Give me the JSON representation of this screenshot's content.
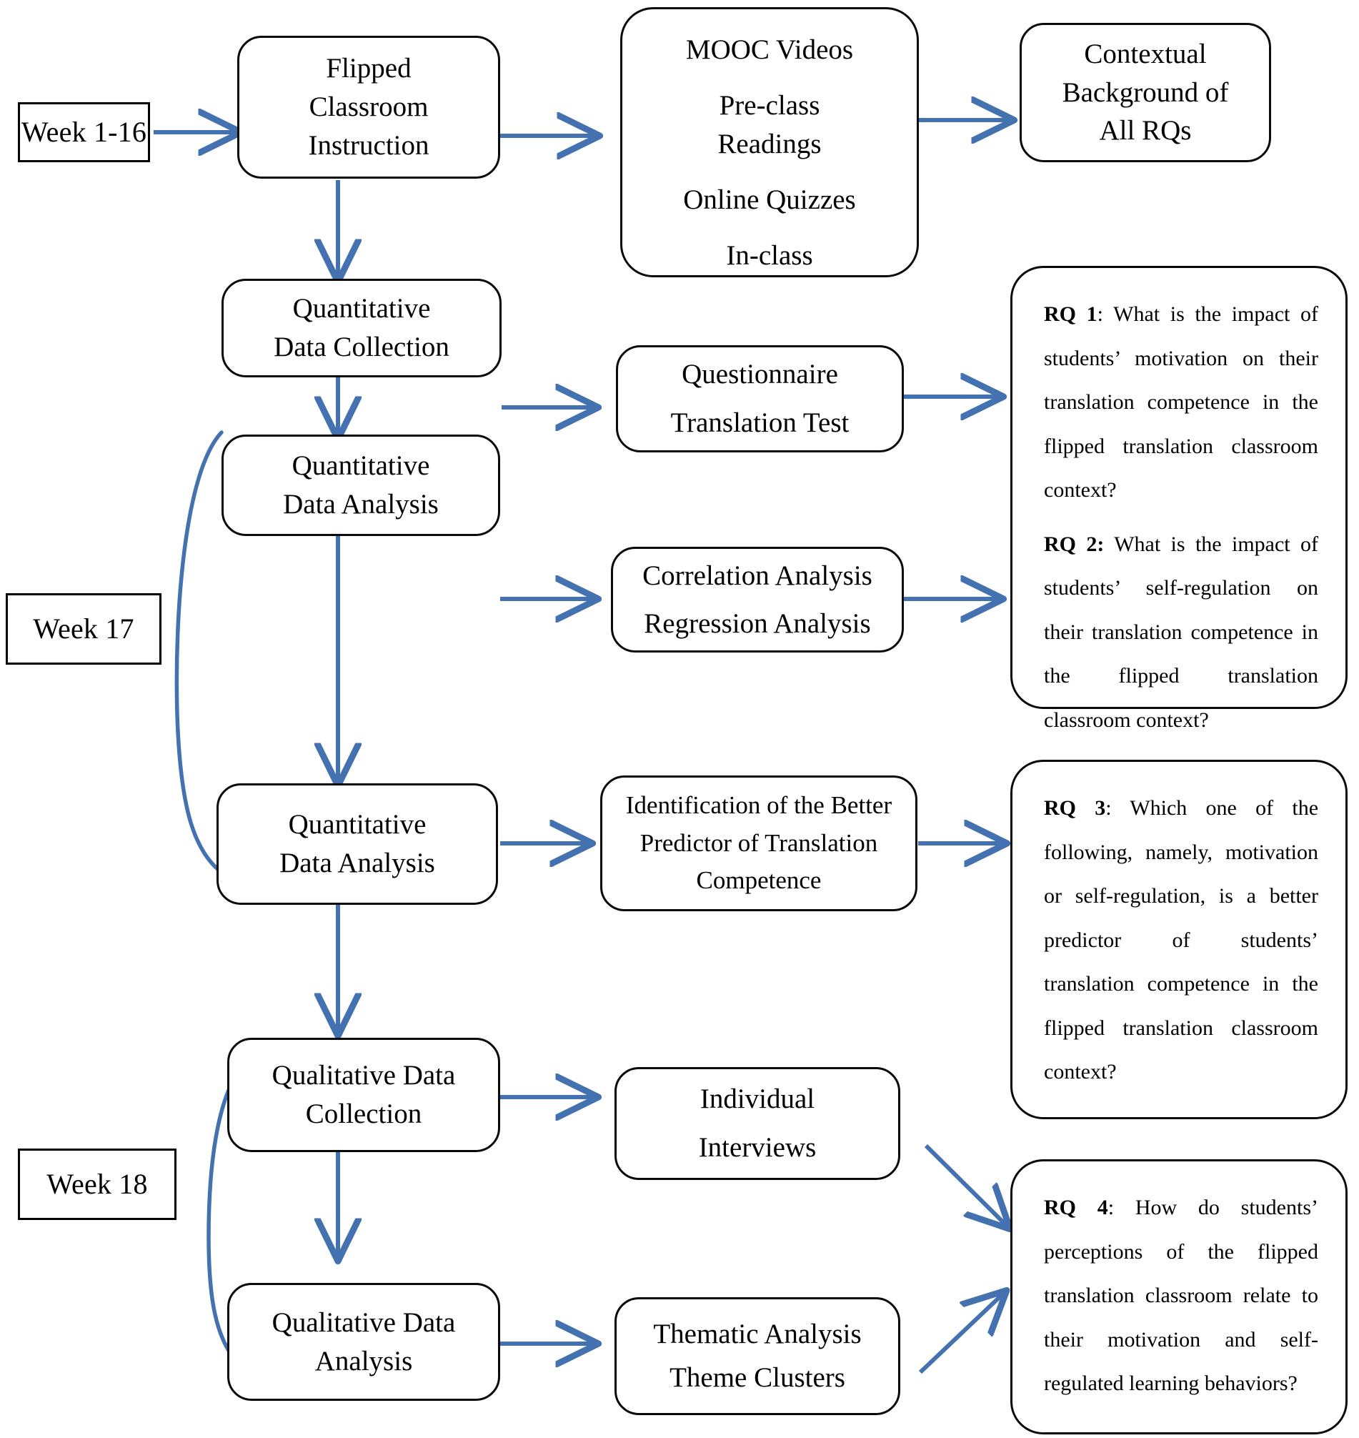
{
  "theme": {
    "arrow_color": "#4472b0",
    "box_border_color": "#0a0a0a",
    "background": "#ffffff"
  },
  "timeline": {
    "week_1_16": "Week 1-16",
    "week_17": "Week 17",
    "week_18": "Week 18"
  },
  "process": {
    "flipped_classroom_instruction": [
      "Flipped",
      "Classroom",
      "Instruction"
    ],
    "quantitative_data_collection": [
      "Quantitative",
      "Data Collection"
    ],
    "quantitative_data_analysis_1": [
      "Quantitative",
      "Data Analysis"
    ],
    "quantitative_data_analysis_2": [
      "Quantitative",
      "Data Analysis"
    ],
    "qualitative_data_collection": [
      "Qualitative Data",
      "Collection"
    ],
    "qualitative_data_analysis": [
      "Qualitative Data",
      "Analysis"
    ]
  },
  "instruments": {
    "mooc_components": [
      "MOOC Videos",
      "Pre-class",
      "Readings",
      "Online Quizzes",
      "In-class"
    ],
    "questionnaire": [
      "Questionnaire",
      "Translation Test"
    ],
    "correlation": [
      "Correlation Analysis",
      "Regression Analysis"
    ],
    "identification": [
      "Identification of the Better",
      "Predictor of Translation",
      "Competence"
    ],
    "interviews": [
      "Individual",
      "Interviews"
    ],
    "thematic": [
      "Thematic Analysis",
      "Theme Clusters"
    ]
  },
  "outcomes": {
    "contextual_background": [
      "Contextual",
      "Background of",
      "All RQs"
    ],
    "rq1_label": "RQ 1",
    "rq1_text": ": What is the impact of students’ motivation on their translation competence in the flipped translation classroom context?",
    "rq2_label": "RQ 2:",
    "rq2_text": " What is the impact of students’ self-regulation on their translation competence in the flipped translation classroom context?",
    "rq3_label": "RQ 3",
    "rq3_text": ": Which one of the following, namely, motivation or self-regulation, is a better predictor of students’ translation competence in the flipped translation classroom context?",
    "rq4_label": "RQ 4",
    "rq4_text": ": How do students’ perceptions of the flipped translation classroom relate to their motivation and self-regulated learning behaviors?"
  }
}
